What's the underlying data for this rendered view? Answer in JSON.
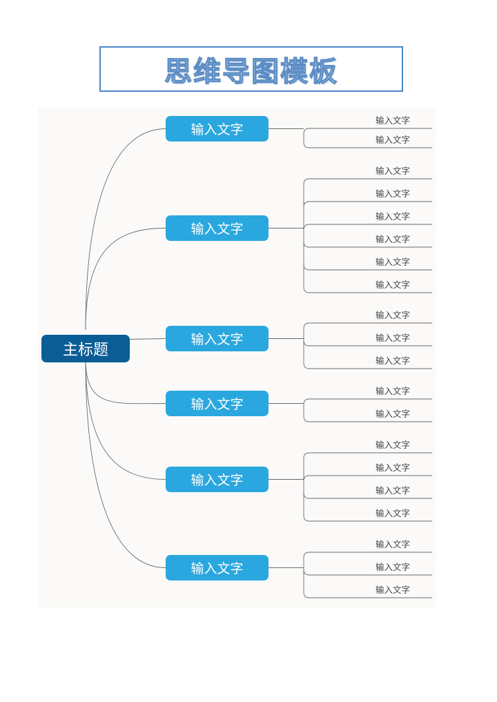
{
  "title": "思维导图模板",
  "root": {
    "label": "主标题"
  },
  "branches": [
    {
      "label": "输入文字",
      "leaves": [
        "输入文字",
        "输入文字"
      ]
    },
    {
      "label": "输入文字",
      "leaves": [
        "输入文字",
        "输入文字",
        "输入文字",
        "输入文字",
        "输入文字",
        "输入文字"
      ]
    },
    {
      "label": "输入文字",
      "leaves": [
        "输入文字",
        "输入文字",
        "输入文字"
      ]
    },
    {
      "label": "输入文字",
      "leaves": [
        "输入文字",
        "输入文字"
      ]
    },
    {
      "label": "输入文字",
      "leaves": [
        "输入文字",
        "输入文字",
        "输入文字",
        "输入文字"
      ]
    },
    {
      "label": "输入文字",
      "leaves": [
        "输入文字",
        "输入文字",
        "输入文字"
      ]
    }
  ],
  "colors": {
    "root_fill": "#0a5d95",
    "branch_fill": "#2aa7de",
    "line": "#6b6b6b",
    "title_border": "#4a86c6"
  }
}
